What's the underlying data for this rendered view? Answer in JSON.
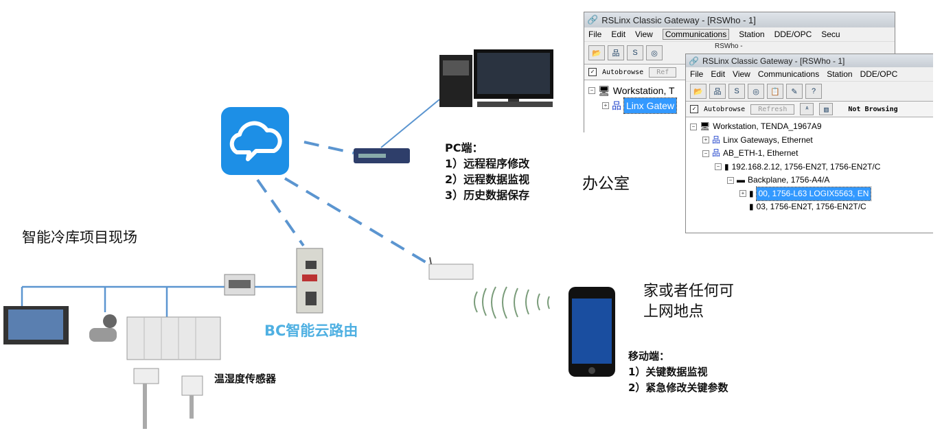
{
  "pc_label": {
    "title": "PC端：",
    "items": [
      "1）远程程序修改",
      "2）远程数据监视",
      "3）历史数据保存"
    ]
  },
  "office_label": "办公室",
  "site_label": "智能冷库项目现场",
  "router_label": "BC智能云路由",
  "home_label": [
    "家或者任何可",
    "上网地点"
  ],
  "mobile_label": {
    "title": "移动端：",
    "items": [
      "1）关键数据监视",
      "2）紧急修改关键参数"
    ]
  },
  "sensor_label": "温湿度传感器",
  "back_window": {
    "title": "RSLinx Classic Gateway - [RSWho - 1]",
    "menu": [
      "File",
      "Edit",
      "View",
      "Communications",
      "Station",
      "DDE/OPC",
      "Secu"
    ],
    "subtitle": "RSWho -",
    "autobrowse": "Autobrowse",
    "refresh": "Ref",
    "tree": [
      "Workstation, T",
      "Linx Gatew"
    ]
  },
  "front_window": {
    "title": "RSLinx Classic Gateway - [RSWho - 1]",
    "menu": [
      "File",
      "Edit",
      "View",
      "Communications",
      "Station",
      "DDE/OPC"
    ],
    "autobrowse": "Autobrowse",
    "refresh": "Refresh",
    "status": "Not Browsing",
    "tree": [
      "Workstation, TENDA_1967A9",
      "Linx Gateways, Ethernet",
      "AB_ETH-1, Ethernet",
      "192.168.2.12, 1756-EN2T, 1756-EN2T/C",
      "Backplane, 1756-A4/A",
      "00, 1756-L63 LOGIX5563, EN",
      "03, 1756-EN2T, 1756-EN2T/C"
    ]
  },
  "colors": {
    "link": "#5b95d0",
    "cloud": "#1d8fe6",
    "accent": "#4fb0e2"
  }
}
